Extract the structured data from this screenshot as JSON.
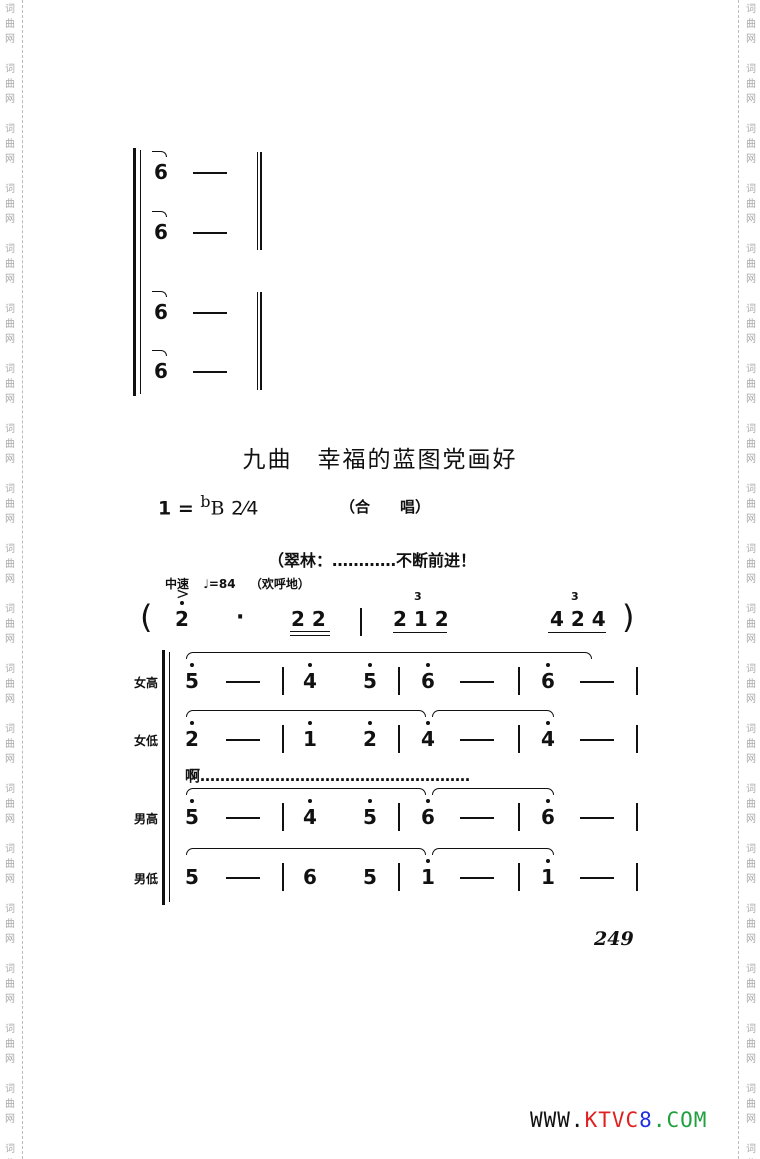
{
  "watermark": "词曲网",
  "top_system": {
    "notes": [
      "6",
      "6",
      "6",
      "6"
    ]
  },
  "title": "九曲　幸福的蓝图党画好",
  "key": {
    "one": "1",
    "eq": "=",
    "flat": "b",
    "letter": "B",
    "time": "2⁄4"
  },
  "performance": "（合　　唱）",
  "cue": "（翠林：…………不断前进！",
  "tempo": {
    "term": "中速",
    "note": "♩",
    "bpm": "=84",
    "expression": "（欢呼地）"
  },
  "intro": {
    "open": "(",
    "close": ")",
    "accent": ">",
    "n1": "2",
    "dot": "·",
    "n2": "2 2",
    "tri1": "2 1 2",
    "tri2": "4 2 4",
    "triplet": "3"
  },
  "parts": [
    {
      "label": "女高",
      "notes": [
        {
          "n": "5",
          "dot": true
        },
        {
          "n": "4",
          "dot": true
        },
        {
          "n": "5",
          "dot": true
        },
        {
          "n": "6",
          "dot": true
        },
        {
          "n": "6",
          "dot": true
        }
      ]
    },
    {
      "label": "女低",
      "notes": [
        {
          "n": "2",
          "dot": true
        },
        {
          "n": "1",
          "dot": true
        },
        {
          "n": "2",
          "dot": true
        },
        {
          "n": "4",
          "dot": true
        },
        {
          "n": "4",
          "dot": true
        }
      ]
    },
    {
      "label": "男高",
      "notes": [
        {
          "n": "5",
          "dot": true
        },
        {
          "n": "4",
          "dot": true
        },
        {
          "n": "5",
          "dot": true
        },
        {
          "n": "6",
          "dot": true
        },
        {
          "n": "6",
          "dot": true
        }
      ]
    },
    {
      "label": "男低",
      "notes": [
        {
          "n": "5",
          "dot": false
        },
        {
          "n": "6",
          "dot": false
        },
        {
          "n": "5",
          "dot": false
        },
        {
          "n": "1",
          "dot": true
        },
        {
          "n": "1",
          "dot": true
        }
      ]
    }
  ],
  "lyric": "啊………………………………………………",
  "page_number": "249",
  "site_logo": {
    "www": "WWW.",
    "ktv": "KTV",
    "c": "C",
    "eight": "8",
    "com": ".COM",
    "colors": {
      "www": "#111111",
      "ktv": "#e02020",
      "c": "#e02020",
      "eight": "#2030e0",
      "com": "#20a040"
    }
  }
}
